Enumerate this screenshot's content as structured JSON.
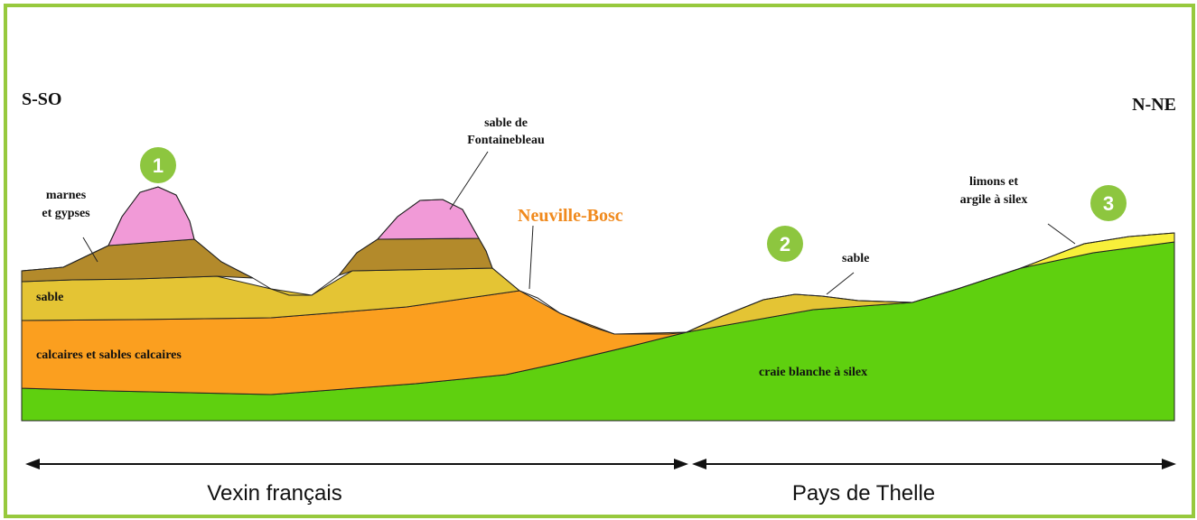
{
  "orientation": {
    "left": "S-SO",
    "right": "N-NE"
  },
  "markers": [
    "1",
    "2",
    "3"
  ],
  "layer_labels": {
    "marnes_line1": "marnes",
    "marnes_line2": "et gypses",
    "sable_fontainebleau_line1": "sable de",
    "sable_fontainebleau_line2": "Fontainebleau",
    "sable_left": "sable",
    "sable_right": "sable",
    "calcaires": "calcaires et sables calcaires",
    "craie": "craie blanche à silex",
    "limons_line1": "limons et",
    "limons_line2": "argile à silex"
  },
  "place_label": "Neuville-Bosc",
  "regions": {
    "left": "Vexin français",
    "right": "Pays de Thelle"
  },
  "colors": {
    "border": "#97c93d",
    "craie": "#5fd00f",
    "calcaires": "#fb9f1f",
    "sable": "#e4c434",
    "marnes": "#b38a2b",
    "fontainebleau": "#f19ad7",
    "limons": "#f8ef3a",
    "marker": "#8dc63f",
    "place_label": "#f08a1e"
  }
}
